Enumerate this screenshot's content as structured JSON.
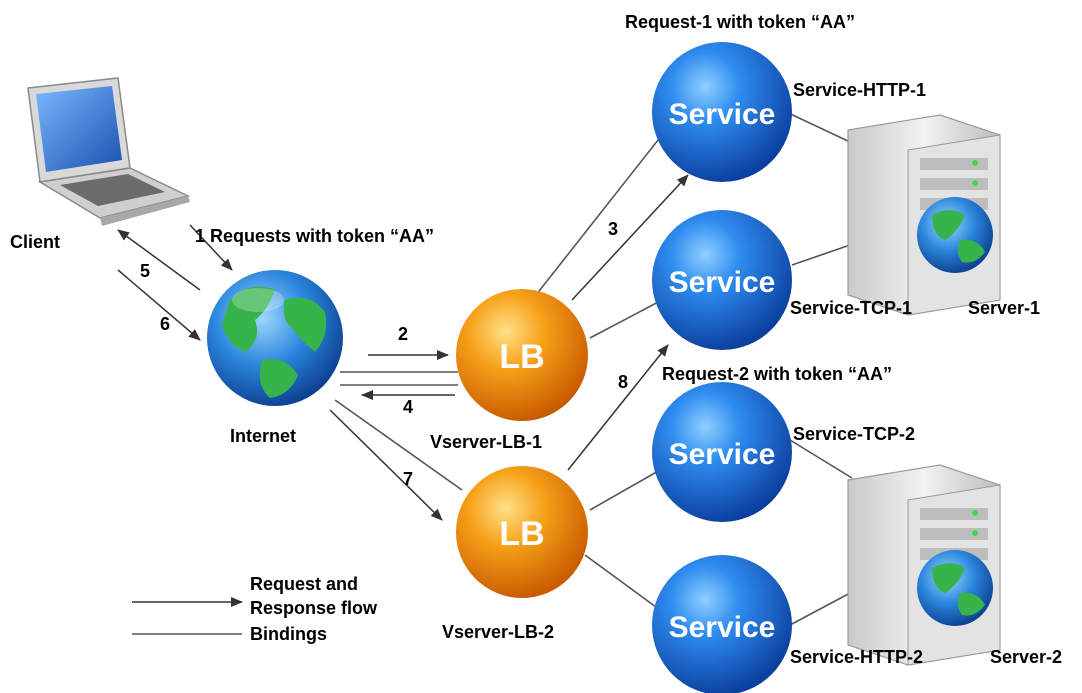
{
  "labels": {
    "client": "Client",
    "internet": "Internet",
    "vserver1": "Vserver-LB-1",
    "vserver2": "Vserver-LB-2",
    "req1": "Request-1 with token “AA”",
    "req2": "Request-2 with token “AA”",
    "req_client": "1 Requests with token “AA”",
    "svc_http1": "Service-HTTP-1",
    "svc_tcp1": "Service-TCP-1",
    "svc_tcp2": "Service-TCP-2",
    "svc_http2": "Service-HTTP-2",
    "server1": "Server-1",
    "server2": "Server-2"
  },
  "nodes": {
    "service": "Service",
    "lb": "LB"
  },
  "steps": {
    "s2": "2",
    "s3": "3",
    "s4": "4",
    "s5": "5",
    "s6": "6",
    "s7": "7",
    "s8": "8"
  },
  "legend": {
    "flow_line1": "Request and",
    "flow_line2": "Response flow",
    "bindings": "Bindings"
  },
  "colors": {
    "service_blue": "#1f6fd6",
    "lb_orange": "#f58a0b",
    "line": "#555555"
  },
  "icons": {
    "client": "laptop-icon",
    "internet": "globe-icon",
    "server": "server-tower-icon"
  }
}
